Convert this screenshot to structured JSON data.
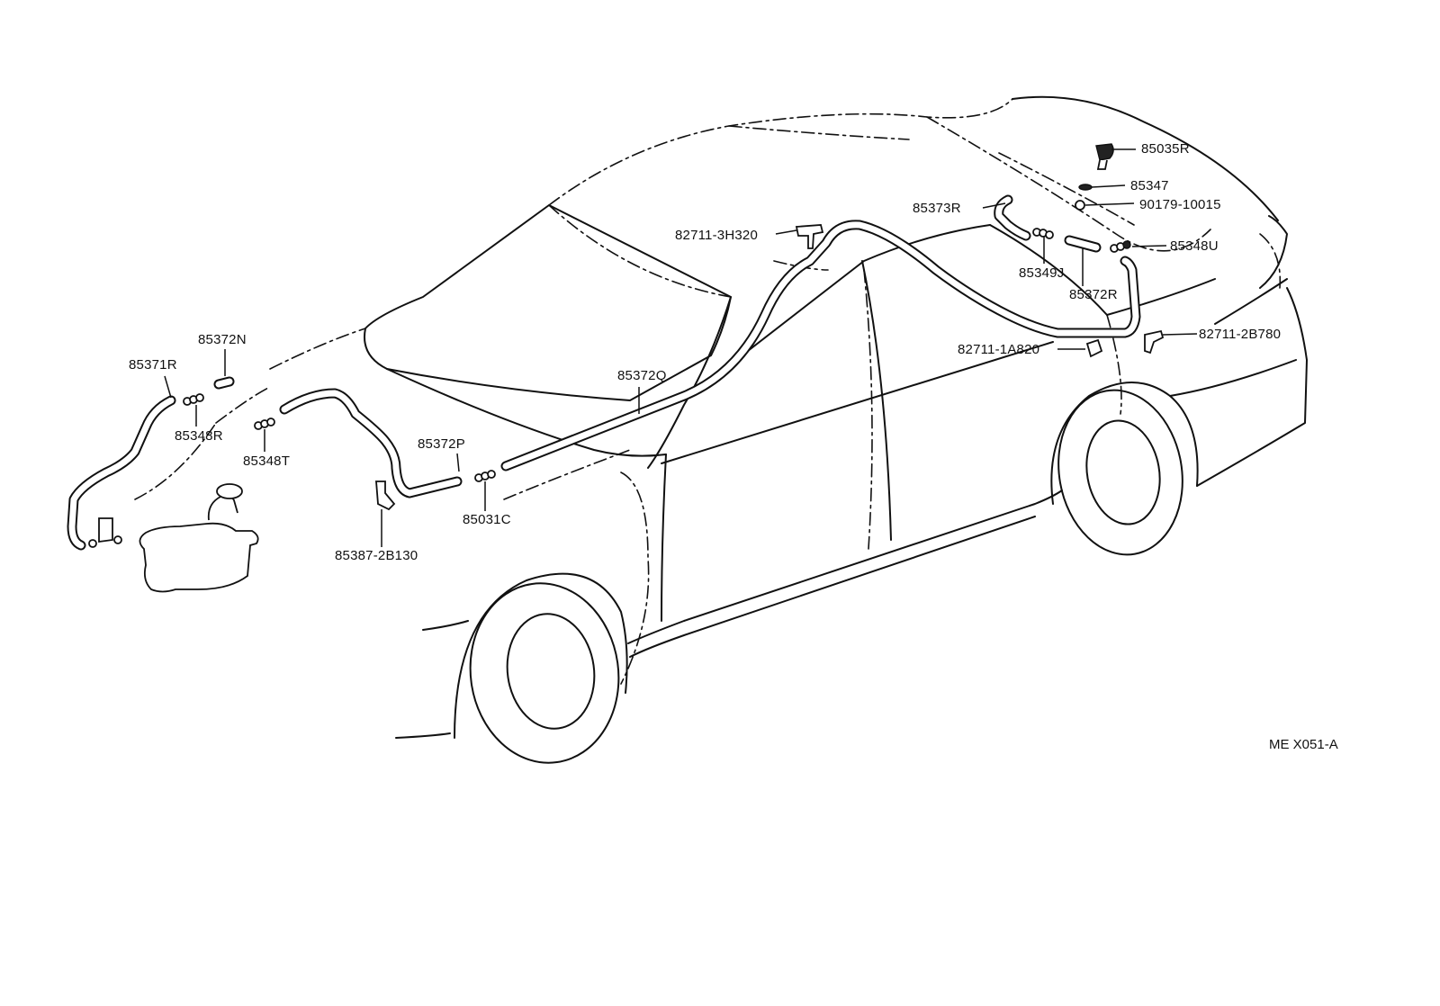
{
  "diagram_code": "ME X051-A",
  "parts": [
    {
      "id": "p01",
      "label": "85035R"
    },
    {
      "id": "p02",
      "label": "85347"
    },
    {
      "id": "p03",
      "label": "90179-10015"
    },
    {
      "id": "p04",
      "label": "85373R"
    },
    {
      "id": "p05",
      "label": "82711-3H320"
    },
    {
      "id": "p06",
      "label": "85348U"
    },
    {
      "id": "p07",
      "label": "85349J"
    },
    {
      "id": "p08",
      "label": "85372R"
    },
    {
      "id": "p09",
      "label": "82711-2B780"
    },
    {
      "id": "p10",
      "label": "82711-1A820"
    },
    {
      "id": "p11",
      "label": "85372N"
    },
    {
      "id": "p12",
      "label": "85371R"
    },
    {
      "id": "p13",
      "label": "85348R"
    },
    {
      "id": "p14",
      "label": "85348T"
    },
    {
      "id": "p15",
      "label": "85372Q"
    },
    {
      "id": "p16",
      "label": "85372P"
    },
    {
      "id": "p17",
      "label": "85031C"
    },
    {
      "id": "p18",
      "label": "85387-2B130"
    }
  ]
}
